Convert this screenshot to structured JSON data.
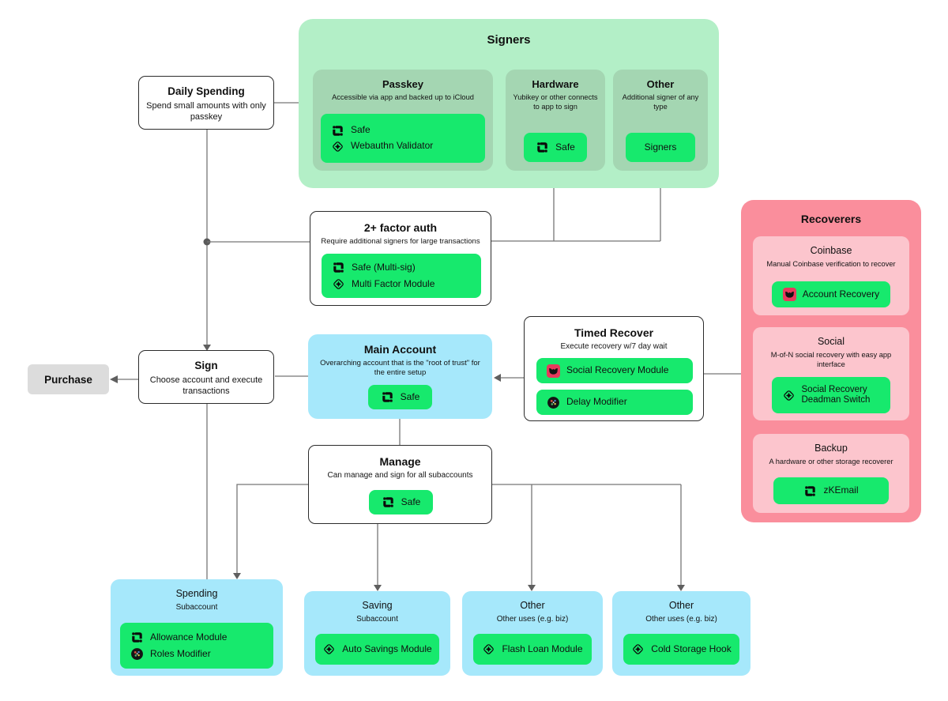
{
  "nodes": {
    "signers": {
      "title": "Signers",
      "passkey": {
        "title": "Passkey",
        "desc": "Accessible via app and backed up to iCloud",
        "items": [
          {
            "icon": "safe-icon",
            "label": "Safe"
          },
          {
            "icon": "module-icon",
            "label": "Webauthn Validator"
          }
        ]
      },
      "hardware": {
        "title": "Hardware",
        "desc": "Yubikey or other connects to app to sign",
        "items": [
          {
            "icon": "safe-icon",
            "label": "Safe"
          }
        ]
      },
      "other": {
        "title": "Other",
        "desc": "Additional signer of any type",
        "items": [
          {
            "label": "Signers"
          }
        ]
      }
    },
    "daily_spending": {
      "title": "Daily Spending",
      "desc": "Spend small amounts with only passkey"
    },
    "two_factor": {
      "title": "2+ factor auth",
      "desc": "Require additional signers for large transactions",
      "items": [
        {
          "icon": "safe-icon",
          "label": "Safe (Multi-sig)"
        },
        {
          "icon": "module-icon",
          "label": "Multi Factor Module"
        }
      ]
    },
    "main_account": {
      "title": "Main Account",
      "desc": "Overarching account that is the \"root of trust\" for the entire setup",
      "items": [
        {
          "icon": "safe-icon",
          "label": "Safe"
        }
      ]
    },
    "timed_recover": {
      "title": "Timed Recover",
      "desc": "Execute recovery w/7 day wait",
      "items": [
        {
          "icon": "candide-icon",
          "label": "Social Recovery Module"
        },
        {
          "icon": "zodiac-icon",
          "label": "Delay Modifier"
        }
      ]
    },
    "recoverers": {
      "title": "Recoverers",
      "coinbase": {
        "title": "Coinbase",
        "desc": "Manual Coinbase verification to recover",
        "items": [
          {
            "icon": "candide-icon",
            "label": "Account Recovery"
          }
        ]
      },
      "social": {
        "title": "Social",
        "desc": "M-of-N social recovery with easy app interface",
        "items": [
          {
            "icon": "module-icon",
            "label": "Social Recovery Deadman Switch"
          }
        ]
      },
      "backup": {
        "title": "Backup",
        "desc": "A hardware or other storage recoverer",
        "items": [
          {
            "icon": "safe-icon",
            "label": "zKEmail"
          }
        ]
      }
    },
    "sign": {
      "title": "Sign",
      "desc": "Choose account and execute transactions"
    },
    "purchase": {
      "title": "Purchase"
    },
    "manage": {
      "title": "Manage",
      "desc": "Can manage and sign for all subaccounts",
      "items": [
        {
          "icon": "safe-icon",
          "label": "Safe"
        }
      ]
    },
    "spending": {
      "title": "Spending",
      "desc": "Subaccount",
      "items": [
        {
          "icon": "safe-icon",
          "label": "Allowance Module"
        },
        {
          "icon": "zodiac-icon",
          "label": "Roles Modifier"
        }
      ]
    },
    "saving": {
      "title": "Saving",
      "desc": "Subaccount",
      "items": [
        {
          "icon": "module-icon",
          "label": "Auto Savings Module"
        }
      ]
    },
    "other_biz_1": {
      "title": "Other",
      "desc": "Other uses (e.g. biz)",
      "items": [
        {
          "icon": "module-icon",
          "label": "Flash Loan Module"
        }
      ]
    },
    "other_biz_2": {
      "title": "Other",
      "desc": "Other uses (e.g. biz)",
      "items": [
        {
          "icon": "module-icon",
          "label": "Cold Storage Hook"
        }
      ]
    }
  },
  "colors": {
    "signers_group_bg": "#b3efc7",
    "signer_card_bg": "#a4d6b2",
    "pill_green": "#17e96d",
    "account_blue": "#a6e8fb",
    "recoverers_group_bg": "#fa8e9c",
    "recoverer_card_bg": "#fcc5cd",
    "purchase_gray": "#dcdcdc",
    "connector_gray": "#767676",
    "candide_red": "#e8395c",
    "text_black": "#101010"
  }
}
